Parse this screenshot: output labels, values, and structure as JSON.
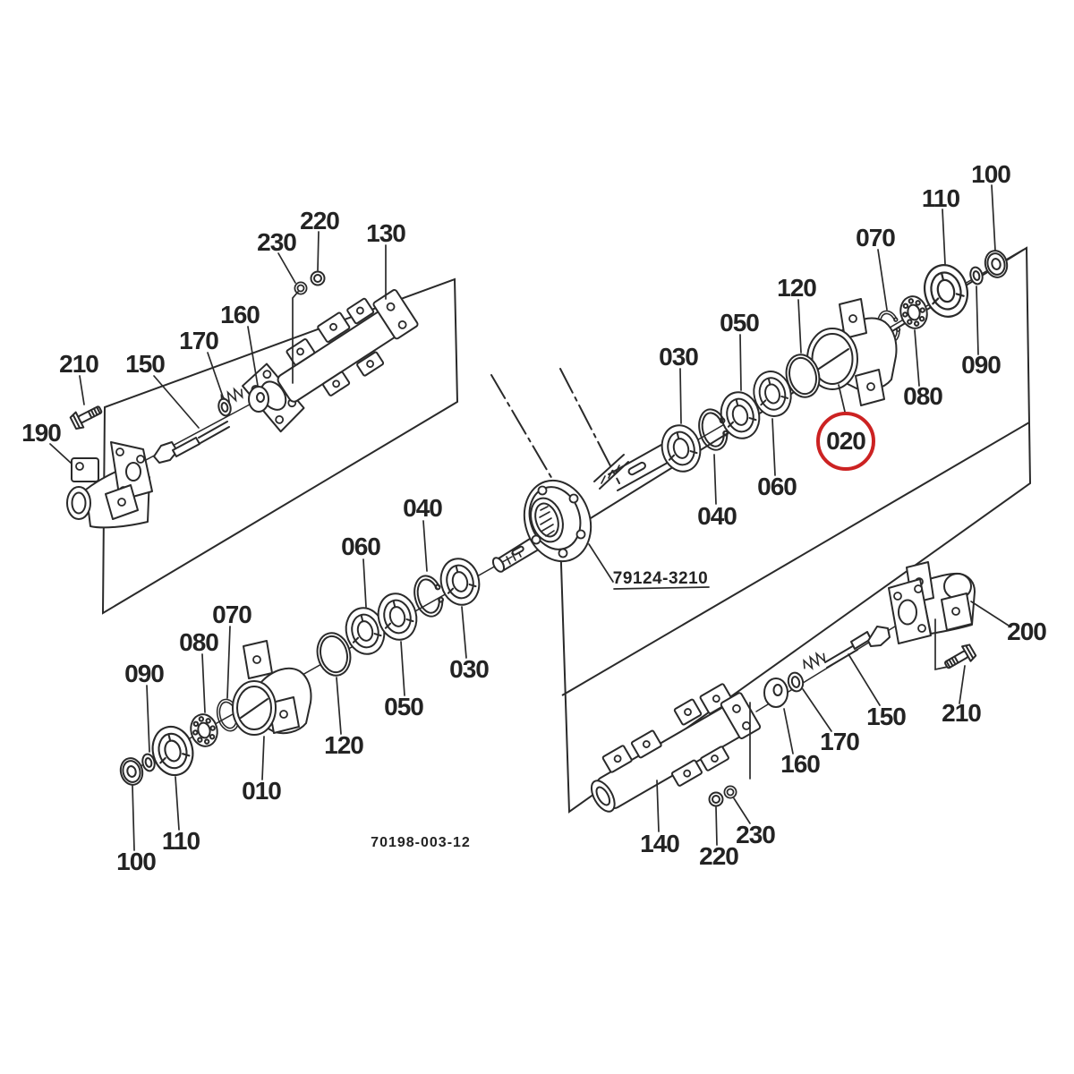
{
  "diagram": {
    "type": "exploded-parts-diagram",
    "background": "#ffffff",
    "line_color": "#2a2a2a",
    "text_color": "#232323",
    "highlight": {
      "ref": "020",
      "color": "#cc2222",
      "shape": "circle"
    },
    "part_codes": {
      "assembly": "79124-3210",
      "sheet": "70198-003-12"
    },
    "callouts": [
      {
        "text": "220"
      },
      {
        "text": "230"
      },
      {
        "text": "130"
      },
      {
        "text": "160"
      },
      {
        "text": "170"
      },
      {
        "text": "150"
      },
      {
        "text": "210"
      },
      {
        "text": "190"
      },
      {
        "text": "100"
      },
      {
        "text": "110"
      },
      {
        "text": "070"
      },
      {
        "text": "120"
      },
      {
        "text": "050"
      },
      {
        "text": "030"
      },
      {
        "text": "090"
      },
      {
        "text": "080"
      },
      {
        "text": "020"
      },
      {
        "text": "060"
      },
      {
        "text": "040"
      },
      {
        "text": "040"
      },
      {
        "text": "060"
      },
      {
        "text": "070"
      },
      {
        "text": "080"
      },
      {
        "text": "090"
      },
      {
        "text": "030"
      },
      {
        "text": "050"
      },
      {
        "text": "120"
      },
      {
        "text": "010"
      },
      {
        "text": "110"
      },
      {
        "text": "100"
      },
      {
        "text": "200"
      },
      {
        "text": "150"
      },
      {
        "text": "210"
      },
      {
        "text": "170"
      },
      {
        "text": "160"
      },
      {
        "text": "140"
      },
      {
        "text": "230"
      },
      {
        "text": "220"
      }
    ]
  }
}
